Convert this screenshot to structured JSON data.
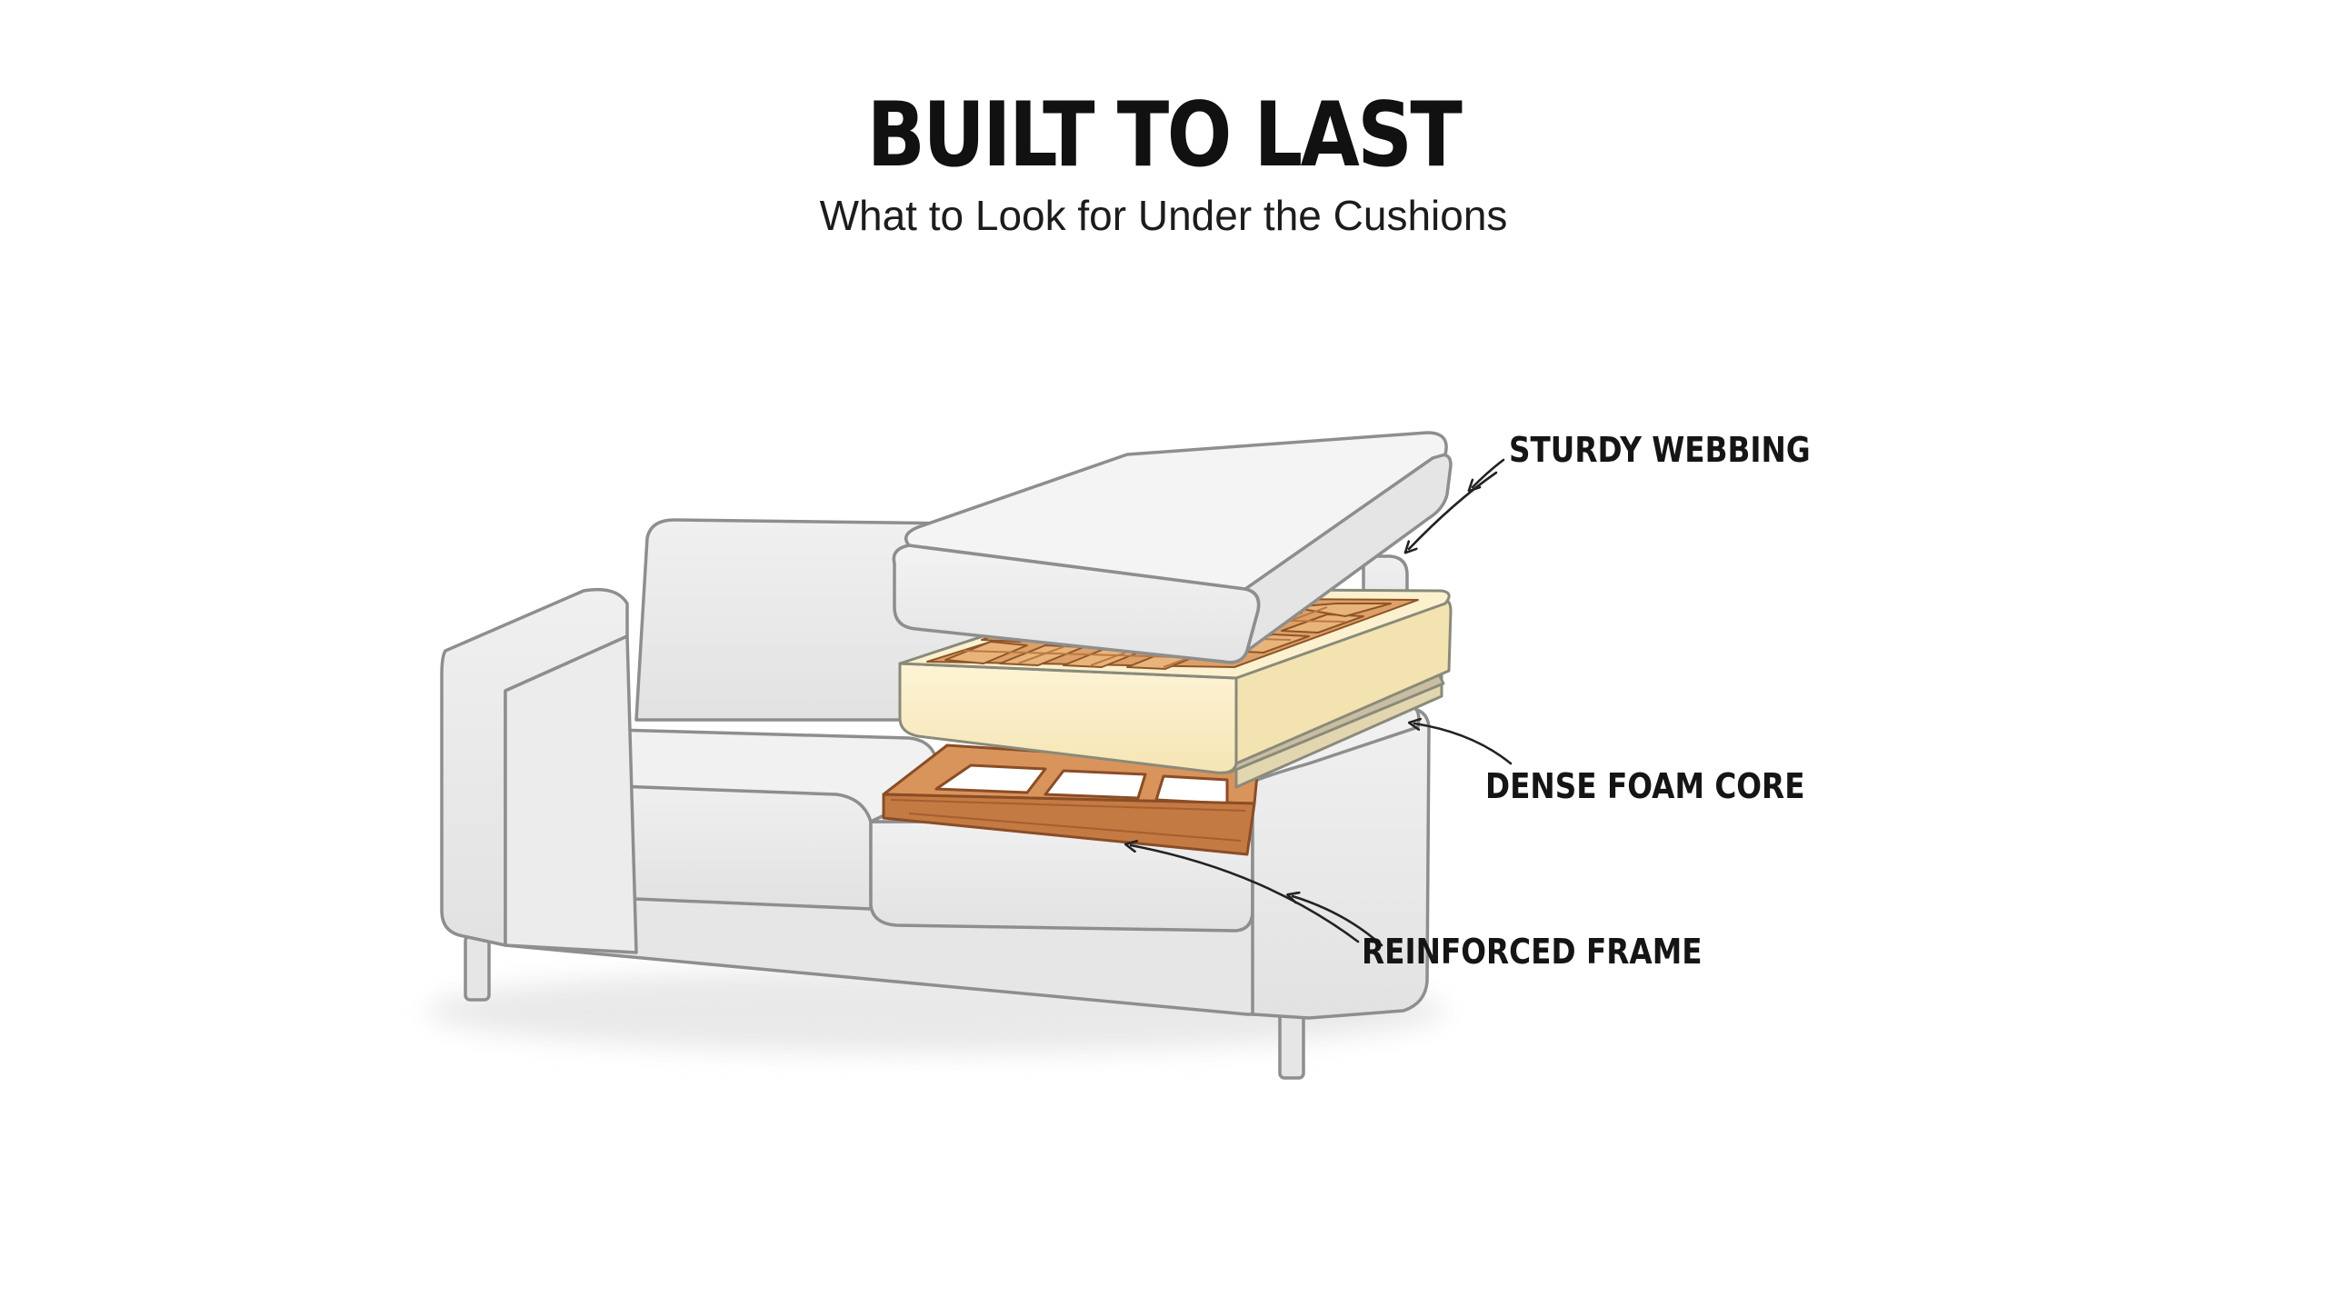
{
  "header": {
    "title": "BUILT TO LAST",
    "subtitle": "What to Look for Under the Cushions"
  },
  "callouts": [
    {
      "id": "webbing",
      "label": "STURDY WEBBING"
    },
    {
      "id": "foam",
      "label": "DENSE FOAM CORE"
    },
    {
      "id": "frame",
      "label": "REINFORCED FRAME"
    }
  ],
  "colors": {
    "sofa_fill": "#ebebeb",
    "sofa_stroke": "#8e8e8e",
    "foam_fill": "#fbefc4",
    "webbing_fill": "#d99a5c",
    "frame_fill": "#c8804a",
    "text": "#111111"
  }
}
